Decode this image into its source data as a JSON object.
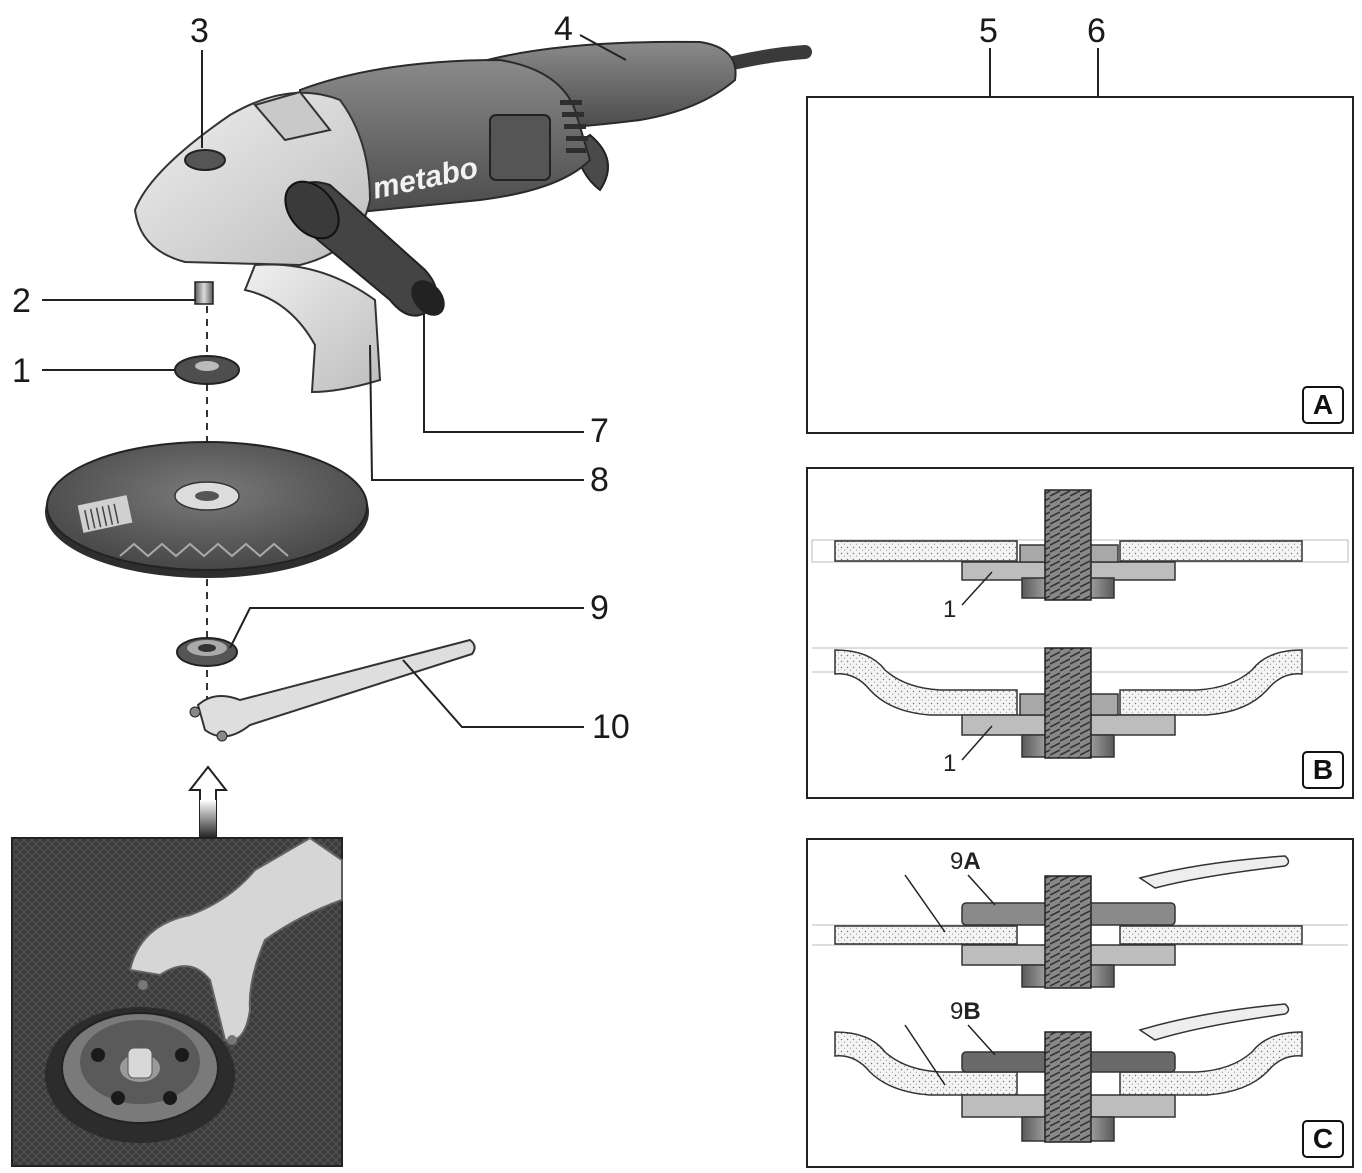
{
  "labels": {
    "l1": "1",
    "l2": "2",
    "l3": "3",
    "l4": "4",
    "l5": "5",
    "l6": "6",
    "l7": "7",
    "l8": "8",
    "l9": "9",
    "l10": "10"
  },
  "brand": "metabo",
  "panels": {
    "a": {
      "badge": "A"
    },
    "b": {
      "badge": "B",
      "flange_label_top": "1",
      "flange_label_bottom": "1"
    },
    "c": {
      "badge": "C",
      "nut_top_num": "9",
      "nut_top_suffix": "A",
      "nut_bottom_num": "9",
      "nut_bottom_suffix": "B"
    }
  },
  "colors": {
    "tool_body": "#6b6b6b",
    "guard": "#d6d6d6",
    "wheel": "#5e5e5e",
    "abrasive_fill": "#eeeeee"
  }
}
